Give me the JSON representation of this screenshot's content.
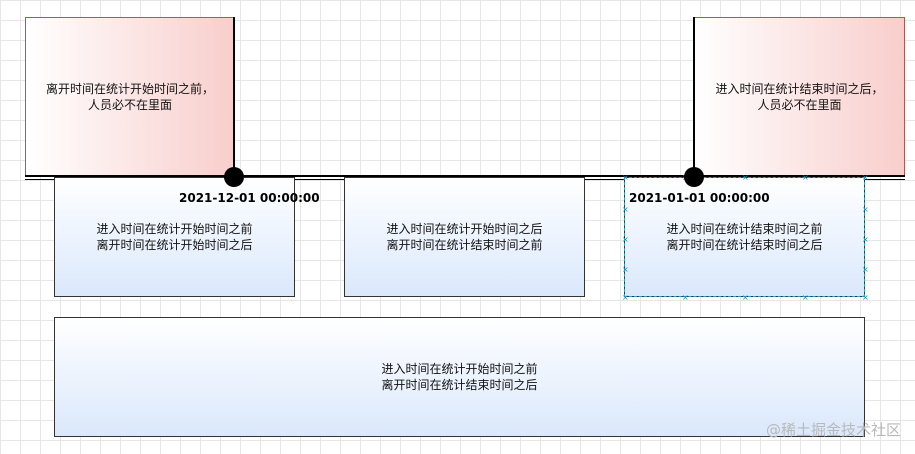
{
  "boxes": {
    "leave_before_start": "离开时间在统计开始时间之前，\n人员必不在里面",
    "enter_after_end": "进入时间在统计结束时间之后，\n人员必不在里面",
    "enter_before_start_leave_after_start": "进入时间在统计开始时间之前\n离开时间在统计开始时间之后",
    "enter_after_start_leave_before_end": "进入时间在统计开始时间之后\n离开时间在统计结束时间之前",
    "enter_before_end_leave_after_end": "进入时间在统计结束时间之前\n离开时间在统计结束时间之后",
    "enter_before_start_leave_after_end": "进入时间在统计开始时间之前\n离开时间在统计结束时间之后"
  },
  "timeline": {
    "start_label": "2021-12-01 00:00:00",
    "end_label": "2021-01-01 00:00:00"
  },
  "watermark": "@稀土掘金技术社区"
}
